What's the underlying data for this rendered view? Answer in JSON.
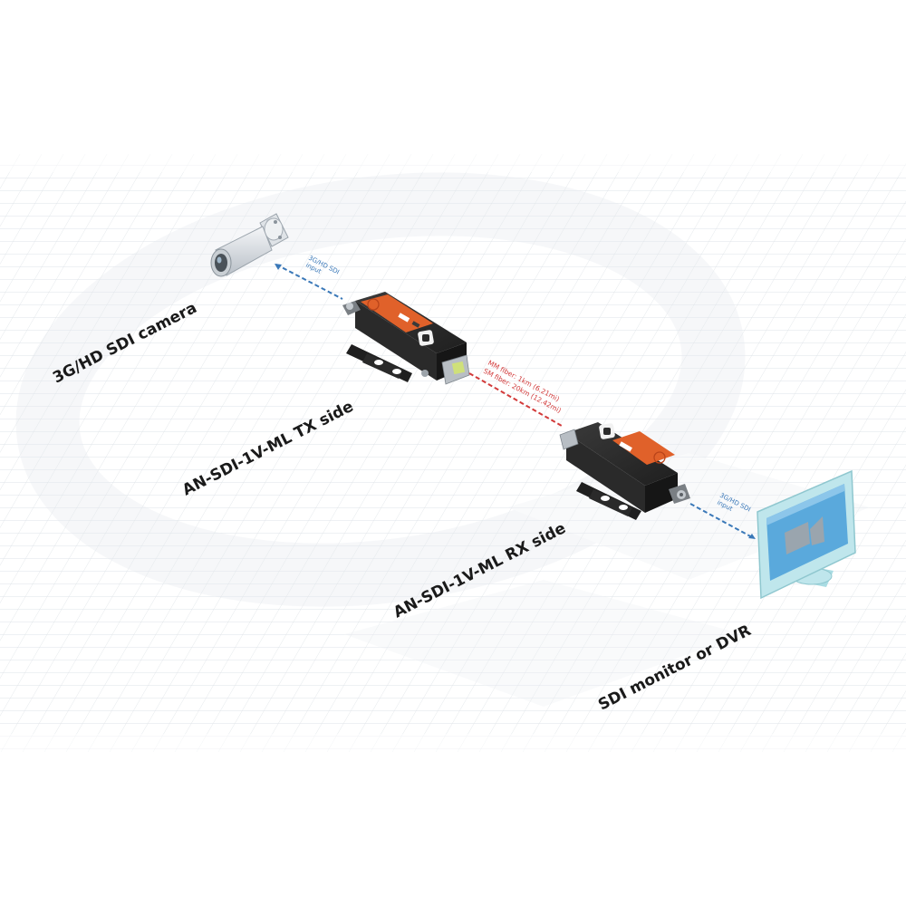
{
  "labels": {
    "camera": "3G/HD SDI camera",
    "tx": "AN-SDI-1V-ML TX side",
    "rx": "AN-SDI-1V-ML RX side",
    "monitor": "SDI monitor or DVR"
  },
  "links": {
    "input_tx_line1": "3G/HD SDI",
    "input_tx_line2": "input",
    "fiber_line1": "MM fiber: 1km (6.21mi)",
    "fiber_line2": "SM fiber: 20km (12.42mi)",
    "input_rx_line1": "3G/HD SDI",
    "input_rx_line2": "input"
  },
  "colors": {
    "sdi_link": "#3a78b8",
    "fiber_link": "#d23a3a",
    "device_body": "#2b2b2b",
    "device_panel": "#e0612a",
    "monitor_frame": "#bfe6ec",
    "monitor_screen": "#5aa9dc"
  },
  "icons": [
    "camera-icon",
    "video-camera-icon"
  ]
}
